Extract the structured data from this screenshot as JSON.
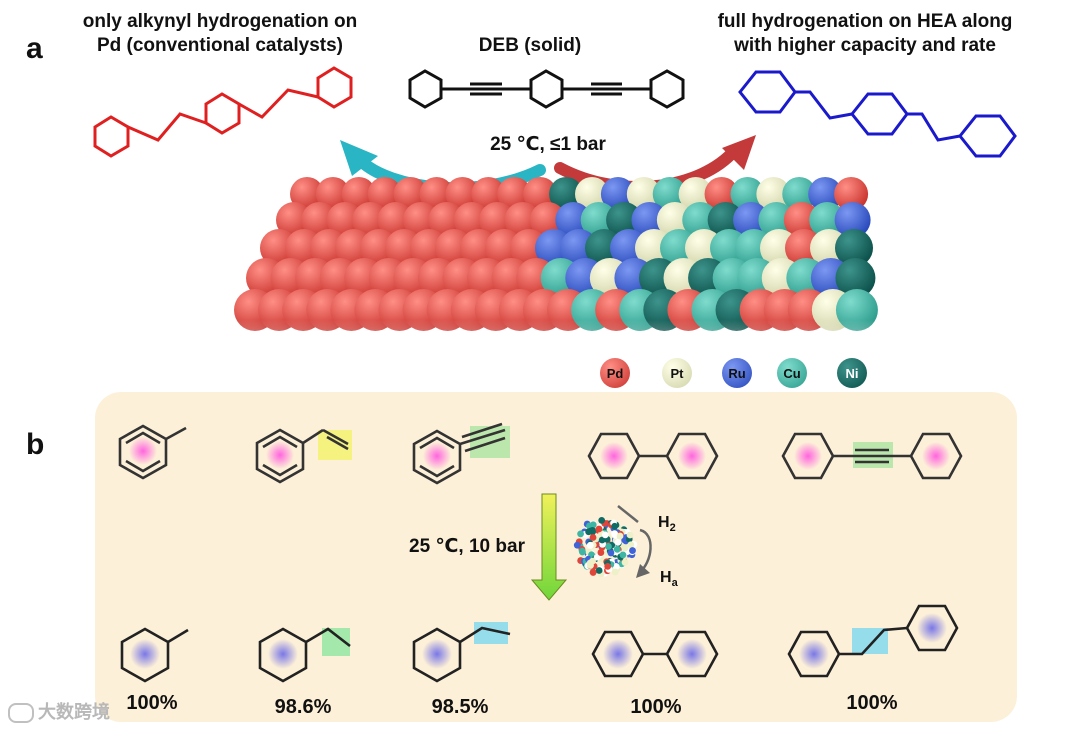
{
  "panel_a": {
    "label": "a",
    "left_caption_line1": "only alkynyl hydrogenation on",
    "left_caption_line2": "Pd (conventional catalysts)",
    "center_caption": "DEB (solid)",
    "right_caption_line1": "full hydrogenation on HEA along",
    "right_caption_line2": "with higher capacity and rate",
    "condition": "25 ℃, ≤1 bar",
    "legend": [
      {
        "symbol": "Pd",
        "color": "#e0453a"
      },
      {
        "symbol": "Pt",
        "color": "#eef0c8"
      },
      {
        "symbol": "Ru",
        "color": "#3f63d6"
      },
      {
        "symbol": "Cu",
        "color": "#3fb5a4"
      },
      {
        "symbol": "Ni",
        "color": "#0f6b64"
      }
    ],
    "colors": {
      "left_product": "#e02020",
      "right_product": "#1a1acc",
      "left_arrow": "#2ab5c4",
      "right_arrow": "#c43a3a"
    }
  },
  "panel_b": {
    "label": "b",
    "condition": "25 ℃, 10 bar",
    "gas_in": "H",
    "gas_in_sub": "2",
    "gas_out": "H",
    "gas_out_sub": "a",
    "yields": [
      "100%",
      "98.6%",
      "98.5%",
      "100%",
      "100%"
    ],
    "colors": {
      "background": "#fdf0d8",
      "arrow_top": "#f1f15a",
      "arrow_bottom": "#6fd63a"
    }
  },
  "watermark": "大数跨境"
}
